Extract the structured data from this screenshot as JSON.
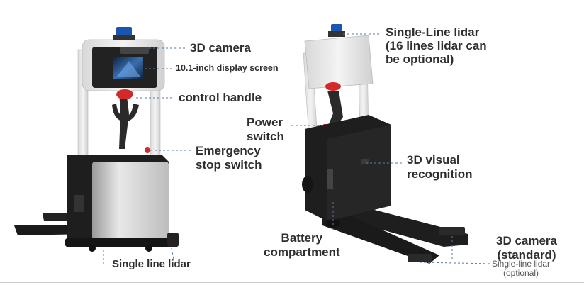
{
  "labels": {
    "camera_3d": "3D camera",
    "display_screen": "10.1-inch display screen",
    "control_handle": "control handle",
    "emergency_stop_1": "Emergency",
    "emergency_stop_2": "stop switch",
    "single_line_lidar_left": "Single line lidar",
    "single_line_lidar_top_1": "Single-Line lidar",
    "single_line_lidar_top_2": "(16 lines lidar can",
    "single_line_lidar_top_3": "be optional)",
    "power_switch_1": "Power",
    "power_switch_2": "switch",
    "visual_recognition_1": "3D visual",
    "visual_recognition_2": "recognition",
    "battery_1": "Battery",
    "battery_2": "compartment",
    "camera_standard_1": "3D camera",
    "camera_standard_2": "(standard)",
    "lidar_optional_1": "Single-line lidar",
    "lidar_optional_2": "(optional)"
  },
  "colors": {
    "leader_line": "#5a7aa0",
    "frame_gray": "#e6e6e6",
    "body_black": "#1e1e1e",
    "body_silver": "#cfcfcf",
    "lidar_blue": "#1a56b0",
    "handle_red": "#d22a2a"
  }
}
